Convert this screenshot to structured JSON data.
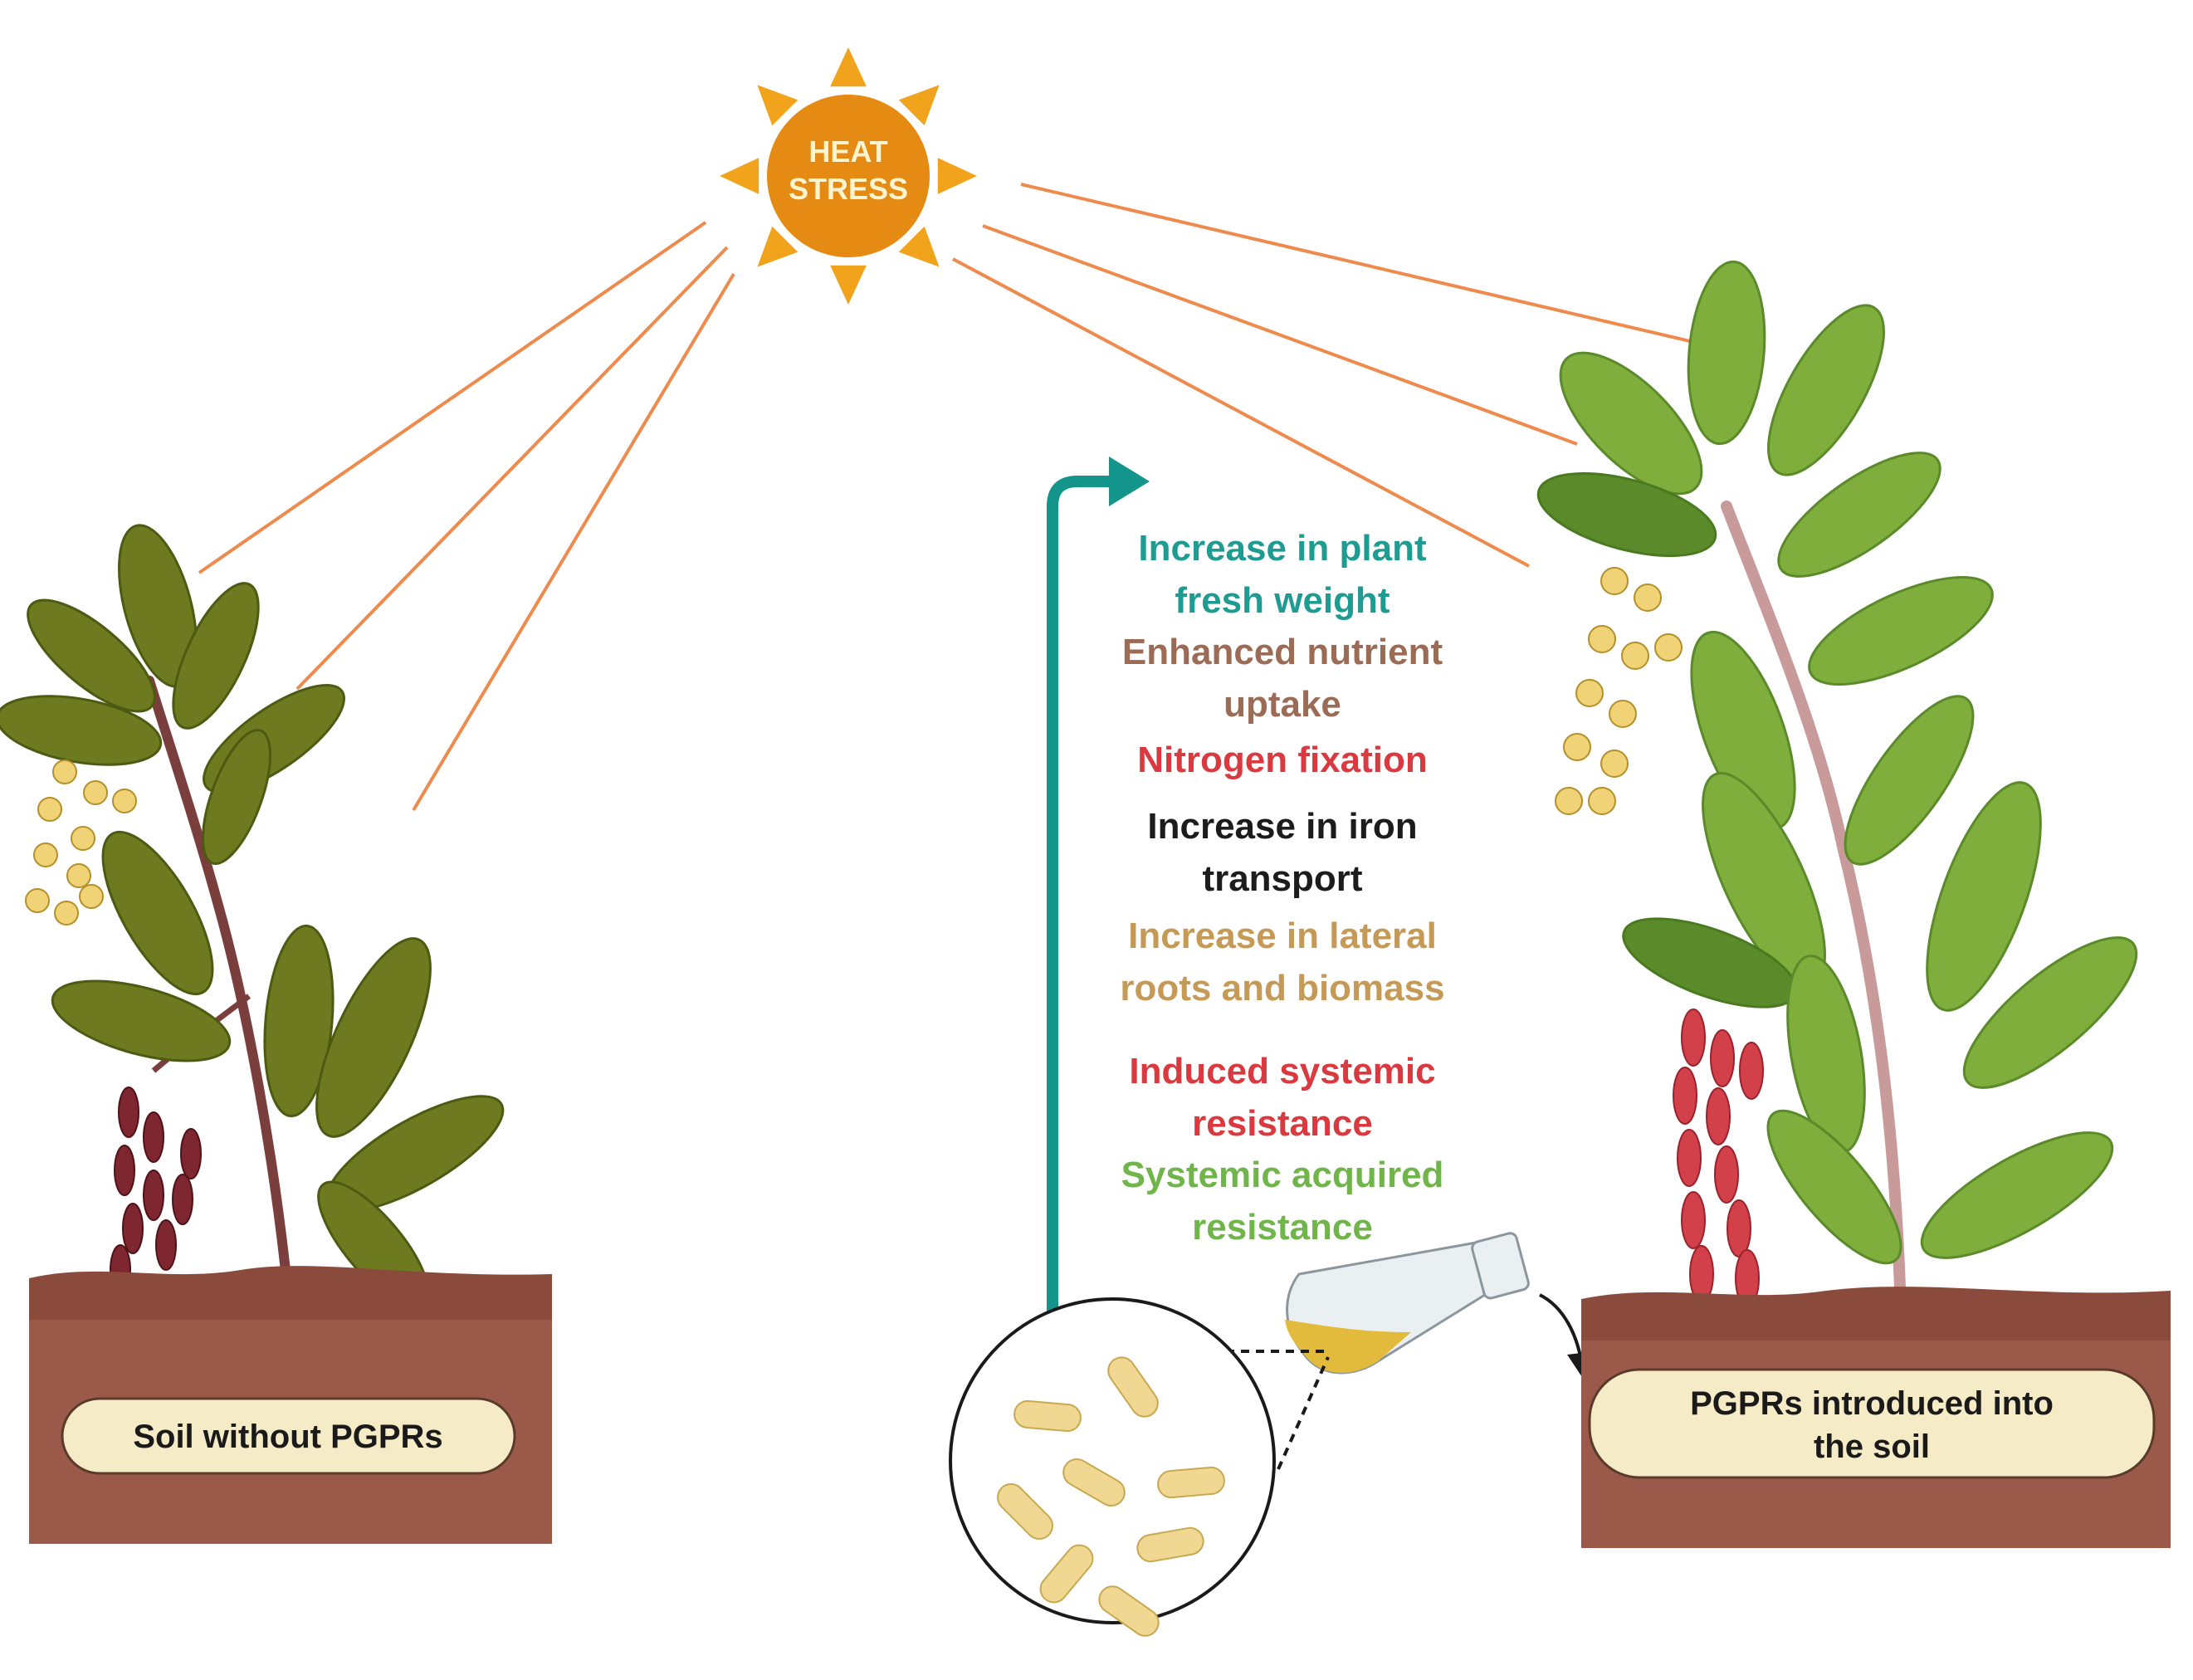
{
  "sun": {
    "label_line1": "HEAT",
    "label_line2": "STRESS",
    "color": "#f2a31c",
    "center_color": "#e58a13"
  },
  "rays_color": "#ef8a4d",
  "benefits": [
    {
      "line1": "Increase in plant",
      "line2": "fresh weight",
      "color": "#1f9c92"
    },
    {
      "line1": "Enhanced nutrient",
      "line2": "uptake",
      "color": "#9b6b56"
    },
    {
      "line1": "Nitrogen fixation",
      "line2": "",
      "color": "#d9393f"
    },
    {
      "line1": "Increase in iron",
      "line2": "transport",
      "color": "#1c1c1c"
    },
    {
      "line1": "Increase in lateral",
      "line2": "roots and biomass",
      "color": "#c59a56"
    },
    {
      "line1": "Induced systemic",
      "line2": "resistance",
      "color": "#d9393f"
    },
    {
      "line1": "Systemic acquired",
      "line2": "resistance",
      "color": "#6fb54a"
    }
  ],
  "arrow_color": "#14958b",
  "left_soil": {
    "label": "Soil without PGPRs"
  },
  "right_soil": {
    "label_line1": "PGPRs introduced into",
    "label_line2": "the soil"
  },
  "colors": {
    "soil_top": "#8a4a3c",
    "soil_body": "#9b5a49",
    "label_fill": "#f5ebc7",
    "left_leaf": "#6e7a1f",
    "left_leaf_dark": "#4d5a12",
    "right_leaf": "#7fae3c",
    "right_leaf_dark": "#5a8a2a",
    "left_berry": "#7e2730",
    "right_berry": "#d2404a",
    "flower": "#f1d377",
    "bacteria": "#f0d892",
    "flask_liquid": "#e2bb3c"
  }
}
